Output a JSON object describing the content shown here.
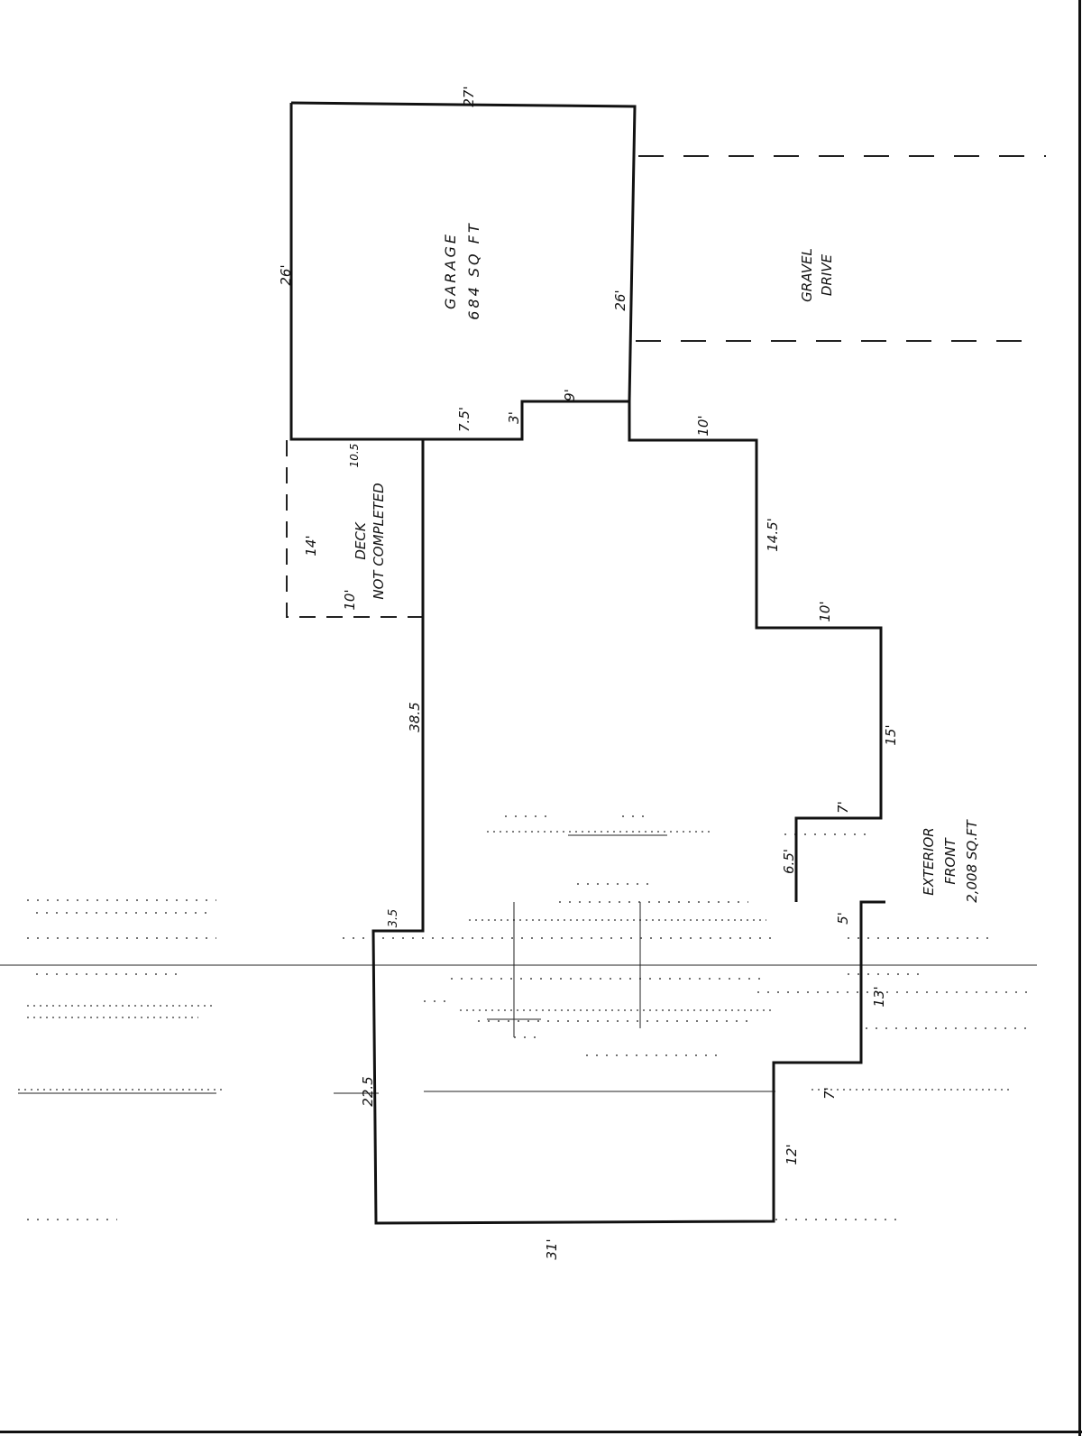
{
  "rooms": {
    "garage": {
      "name": "GARAGE",
      "area": "684 SQ FT"
    },
    "drive": {
      "line1": "GRAVEL",
      "line2": "DRIVE"
    },
    "deck": {
      "line1": "DECK",
      "line2": "NOT COMPLETED",
      "width": "14'",
      "depth": "10'",
      "side": "10.5"
    },
    "house": {
      "line1": "EXTERIOR",
      "line2": "FRONT",
      "line3": "2,008 SQ.FT"
    }
  },
  "dimensions": {
    "garage_top": "27'",
    "garage_left": "26'",
    "garage_right": "26'",
    "step_a": "7.5'",
    "step_b": "3'",
    "step_c": "9'",
    "right_top": "10'",
    "right_a": "14.5'",
    "right_b": "10'",
    "right_c": "15'",
    "bay_top": "7'",
    "bay_side": "6.5'",
    "bay_bottom": "5'",
    "right_d": "13'",
    "right_e": "7'",
    "right_f": "12'",
    "bottom": "31'",
    "left_lower": "22.5",
    "left_jog": "3.5",
    "left_upper": "38.5"
  }
}
